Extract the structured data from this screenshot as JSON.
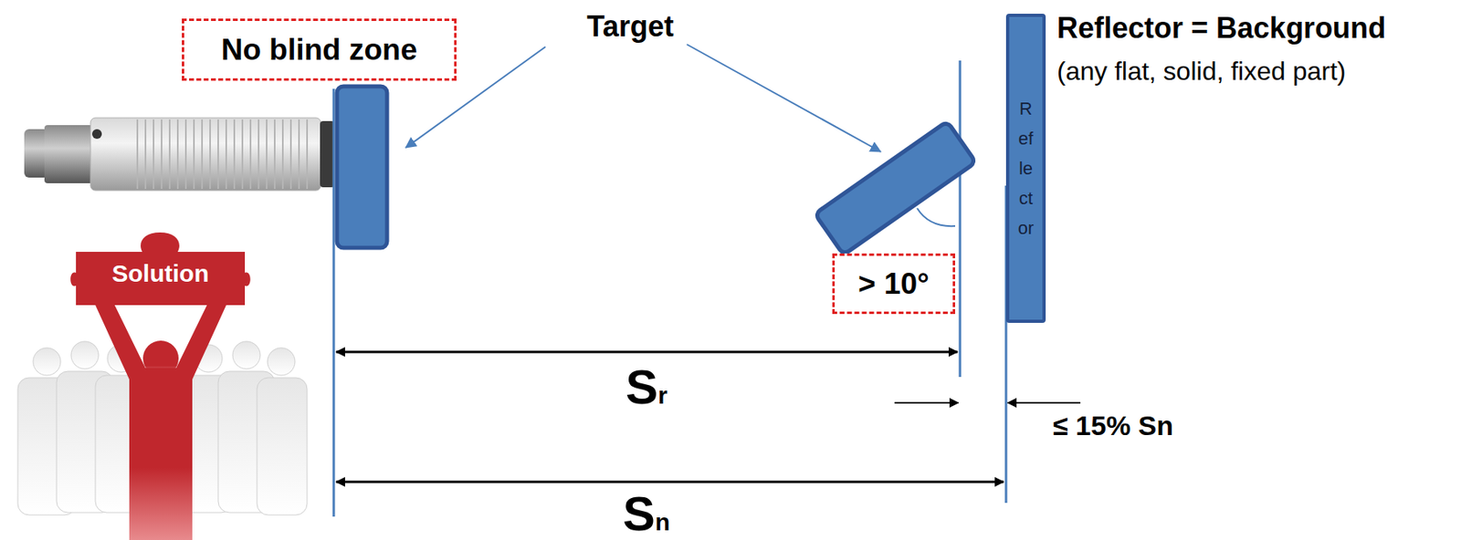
{
  "diagram": {
    "nodes": [
      {
        "text": [
          "No blind zone"
        ]
      },
      {
        "text": [
          "> 10°"
        ]
      },
      {
        "text": [
          "Reflector"
        ]
      },
      {
        "text": [
          "Solution"
        ]
      }
    ],
    "labels": [
      "Target",
      "Reflector = Background",
      "(any flat, solid, fixed part)",
      "Sr",
      "Sn",
      "≤ 15% Sn"
    ]
  }
}
